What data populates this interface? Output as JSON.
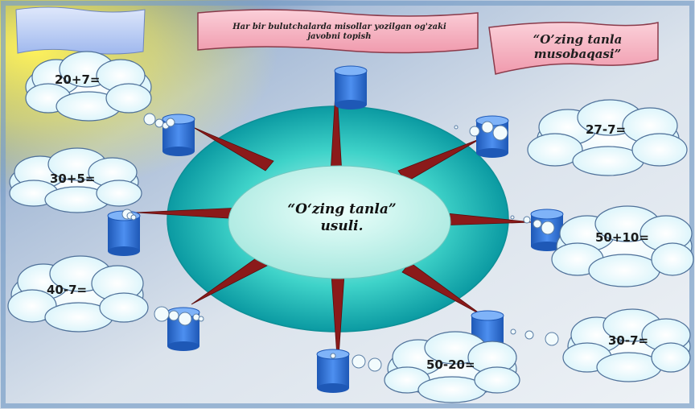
{
  "title_banner": {
    "line1": "Har bir bulutchalarda misollar yozilgan og'zaki",
    "line2": "javobni topish"
  },
  "name_banner": {
    "line1": "“O’zing tanla",
    "line2": "musobaqasi”"
  },
  "center": {
    "line1": "“O‘zing  tanla”",
    "line2": "usuli."
  },
  "clouds": [
    {
      "text": "20+7="
    },
    {
      "text": "30+5="
    },
    {
      "text": "40-7="
    },
    {
      "text": "27-7="
    },
    {
      "text": "50+10="
    },
    {
      "text": "30-7="
    },
    {
      "text": "50-20="
    }
  ],
  "colors": {
    "ring": "#1fbfb8",
    "center_disc": "#b8efe9",
    "spikes": "#8b1a1a",
    "cylinders": "#2f6fd0",
    "clouds": "#eaf8fb",
    "banners": "#f7b6c2"
  }
}
